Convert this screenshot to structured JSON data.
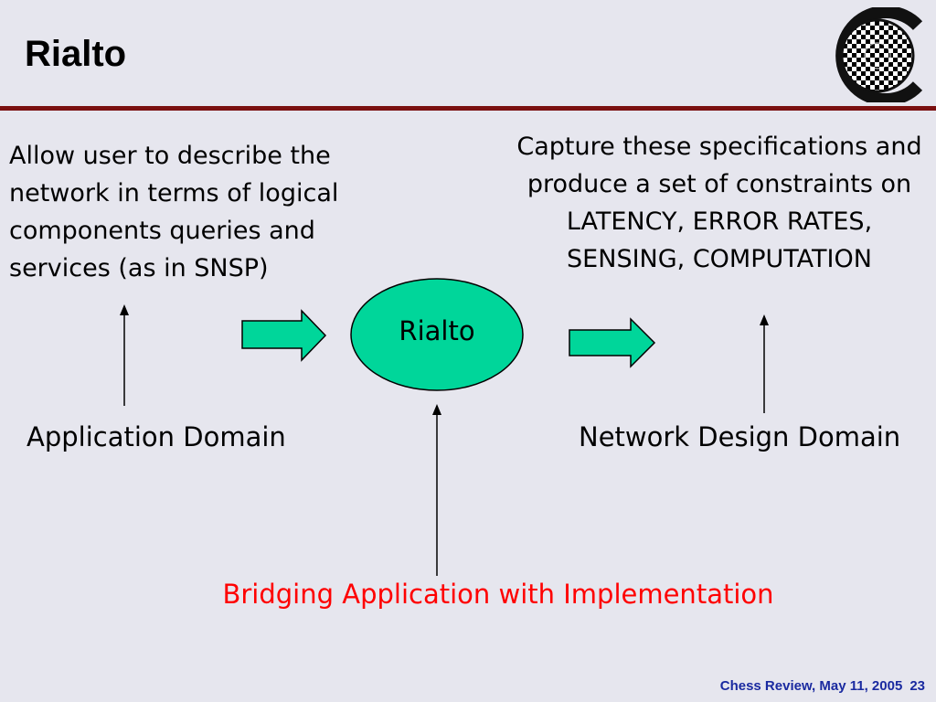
{
  "slide": {
    "title": "Rialto",
    "footer": {
      "text": "Chess Review, May 11, 2005",
      "page": "23"
    },
    "logo": {
      "letter": "C",
      "mark": "checkered-disc"
    }
  },
  "diagram": {
    "center_node": "Rialto",
    "left_description": "Allow user to describe the network in terms of logical components queries and services (as in SNSP)",
    "right_description": "Capture these specifications and produce a set of constraints on LATENCY, ERROR RATES, SENSING, COMPUTATION",
    "left_domain": "Application Domain",
    "right_domain": "Network Design Domain",
    "bridge_label": "Bridging Application with Implementation"
  },
  "colors": {
    "background": "#e6e6ee",
    "rule": "#7a1010",
    "node_fill": "#00d69a",
    "arrow_fill": "#00d69a",
    "bridge_text": "#ff0000",
    "footer_text": "#1a2aa0"
  }
}
